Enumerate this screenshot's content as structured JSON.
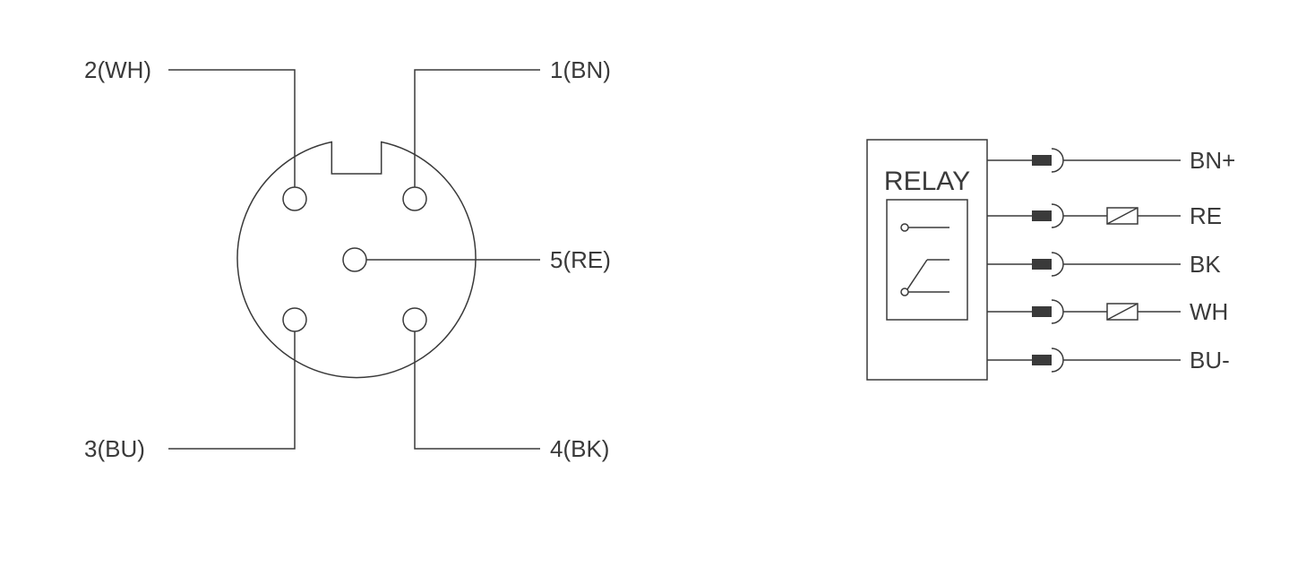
{
  "connector": {
    "pins": [
      {
        "label": "1(BN)"
      },
      {
        "label": "2(WH)"
      },
      {
        "label": "3(BU)"
      },
      {
        "label": "4(BK)"
      },
      {
        "label": "5(RE)"
      }
    ]
  },
  "relay": {
    "title": "RELAY",
    "wires": [
      {
        "label": "BN+",
        "has_load": false
      },
      {
        "label": "RE",
        "has_load": true
      },
      {
        "label": "BK",
        "has_load": false
      },
      {
        "label": "WH",
        "has_load": true
      },
      {
        "label": "BU-",
        "has_load": false
      }
    ]
  },
  "colors": {
    "line": "#3a3a3a",
    "text": "#3a3a3a",
    "plug": "#3a3a3a",
    "background": "#ffffff"
  }
}
